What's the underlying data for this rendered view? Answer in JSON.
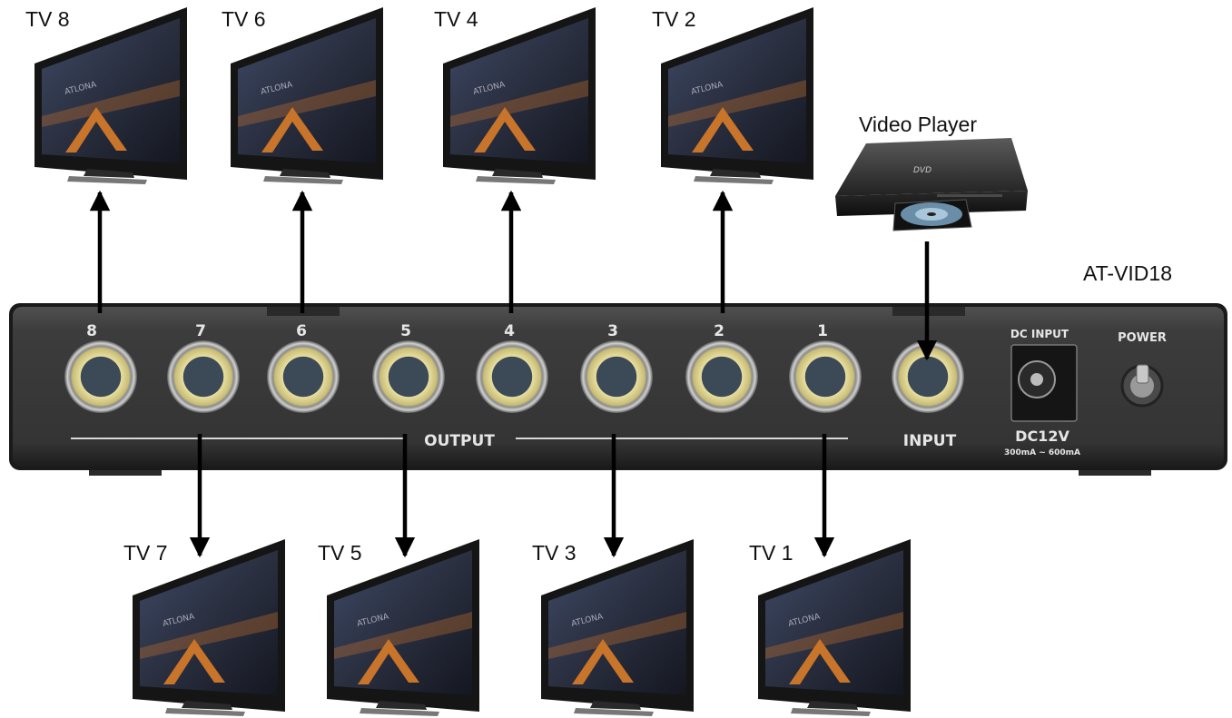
{
  "device": {
    "model": "AT-VID18",
    "output_label": "OUTPUT",
    "input_label": "INPUT",
    "dc_input_label": "DC INPUT",
    "dc_voltage": "DC12V",
    "dc_current": "300mA ~ 600mA",
    "power_label": "POWER",
    "port_numbers": [
      "8",
      "7",
      "6",
      "5",
      "4",
      "3",
      "2",
      "1"
    ]
  },
  "source": {
    "label": "Video Player",
    "disc_text": "DVD"
  },
  "tv_brand": "ATLONA",
  "tvs_top": [
    {
      "label": "TV 8"
    },
    {
      "label": "TV 6"
    },
    {
      "label": "TV 4"
    },
    {
      "label": "TV 2"
    }
  ],
  "tvs_bottom": [
    {
      "label": "TV 7"
    },
    {
      "label": "TV 5"
    },
    {
      "label": "TV 3"
    },
    {
      "label": "TV 1"
    }
  ],
  "colors": {
    "panel": "#3a3a3a",
    "panel_edge": "#1f1f1f",
    "jack_gold": "#d9cf8a",
    "jack_center": "#4a5868",
    "arrow": "#000000",
    "screen_accent": "#c8742a"
  }
}
